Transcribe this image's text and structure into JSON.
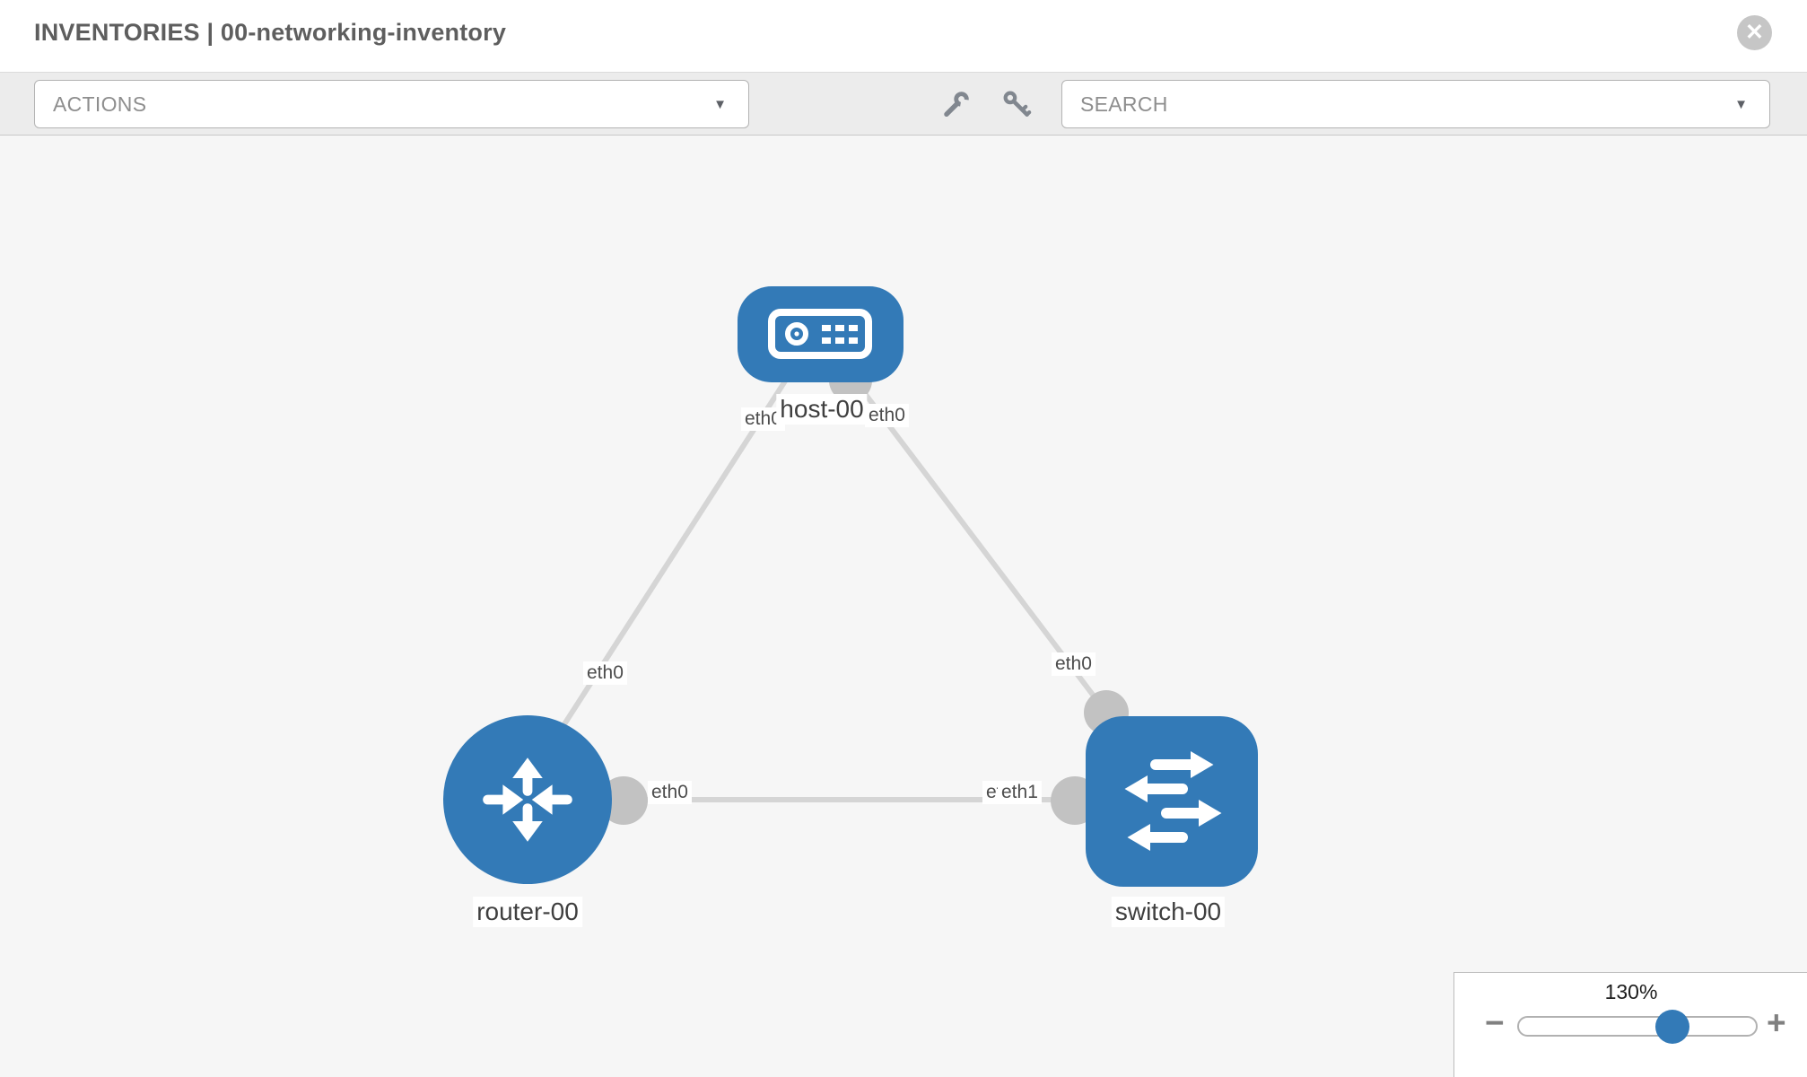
{
  "header": {
    "title": "INVENTORIES | 00-networking-inventory"
  },
  "toolbar": {
    "actions_label": "ACTIONS",
    "search_label": "SEARCH"
  },
  "icons": {
    "caret": "▼",
    "close": "✕",
    "minus": "−",
    "plus": "+"
  },
  "colors": {
    "node_blue": "#337ab7",
    "link_gray": "#d5d5d5",
    "interface_dot_gray": "#c2c2c2",
    "slider_handle_blue": "#337ab7",
    "canvas_bg": "#f6f6f6"
  },
  "topology": {
    "nodes": [
      {
        "id": "host-00",
        "label": "host-00",
        "type": "host",
        "icon": "host-device-icon"
      },
      {
        "id": "router-00",
        "label": "router-00",
        "type": "router",
        "icon": "router-arrows-icon"
      },
      {
        "id": "switch-00",
        "label": "switch-00",
        "type": "switch",
        "icon": "switch-arrows-icon"
      }
    ],
    "links": [
      {
        "source": "host-00",
        "source_interface": "eth0",
        "target": "router-00",
        "target_interface": "eth0"
      },
      {
        "source": "host-00",
        "source_interface": "eth0",
        "target": "switch-00",
        "target_interface": "eth0"
      },
      {
        "source": "router-00",
        "source_interface": "eth0",
        "target": "switch-00",
        "target_interface": "eth1",
        "target_interface_overlapped": "eth0"
      }
    ]
  },
  "zoom_control": {
    "value": "130%"
  }
}
